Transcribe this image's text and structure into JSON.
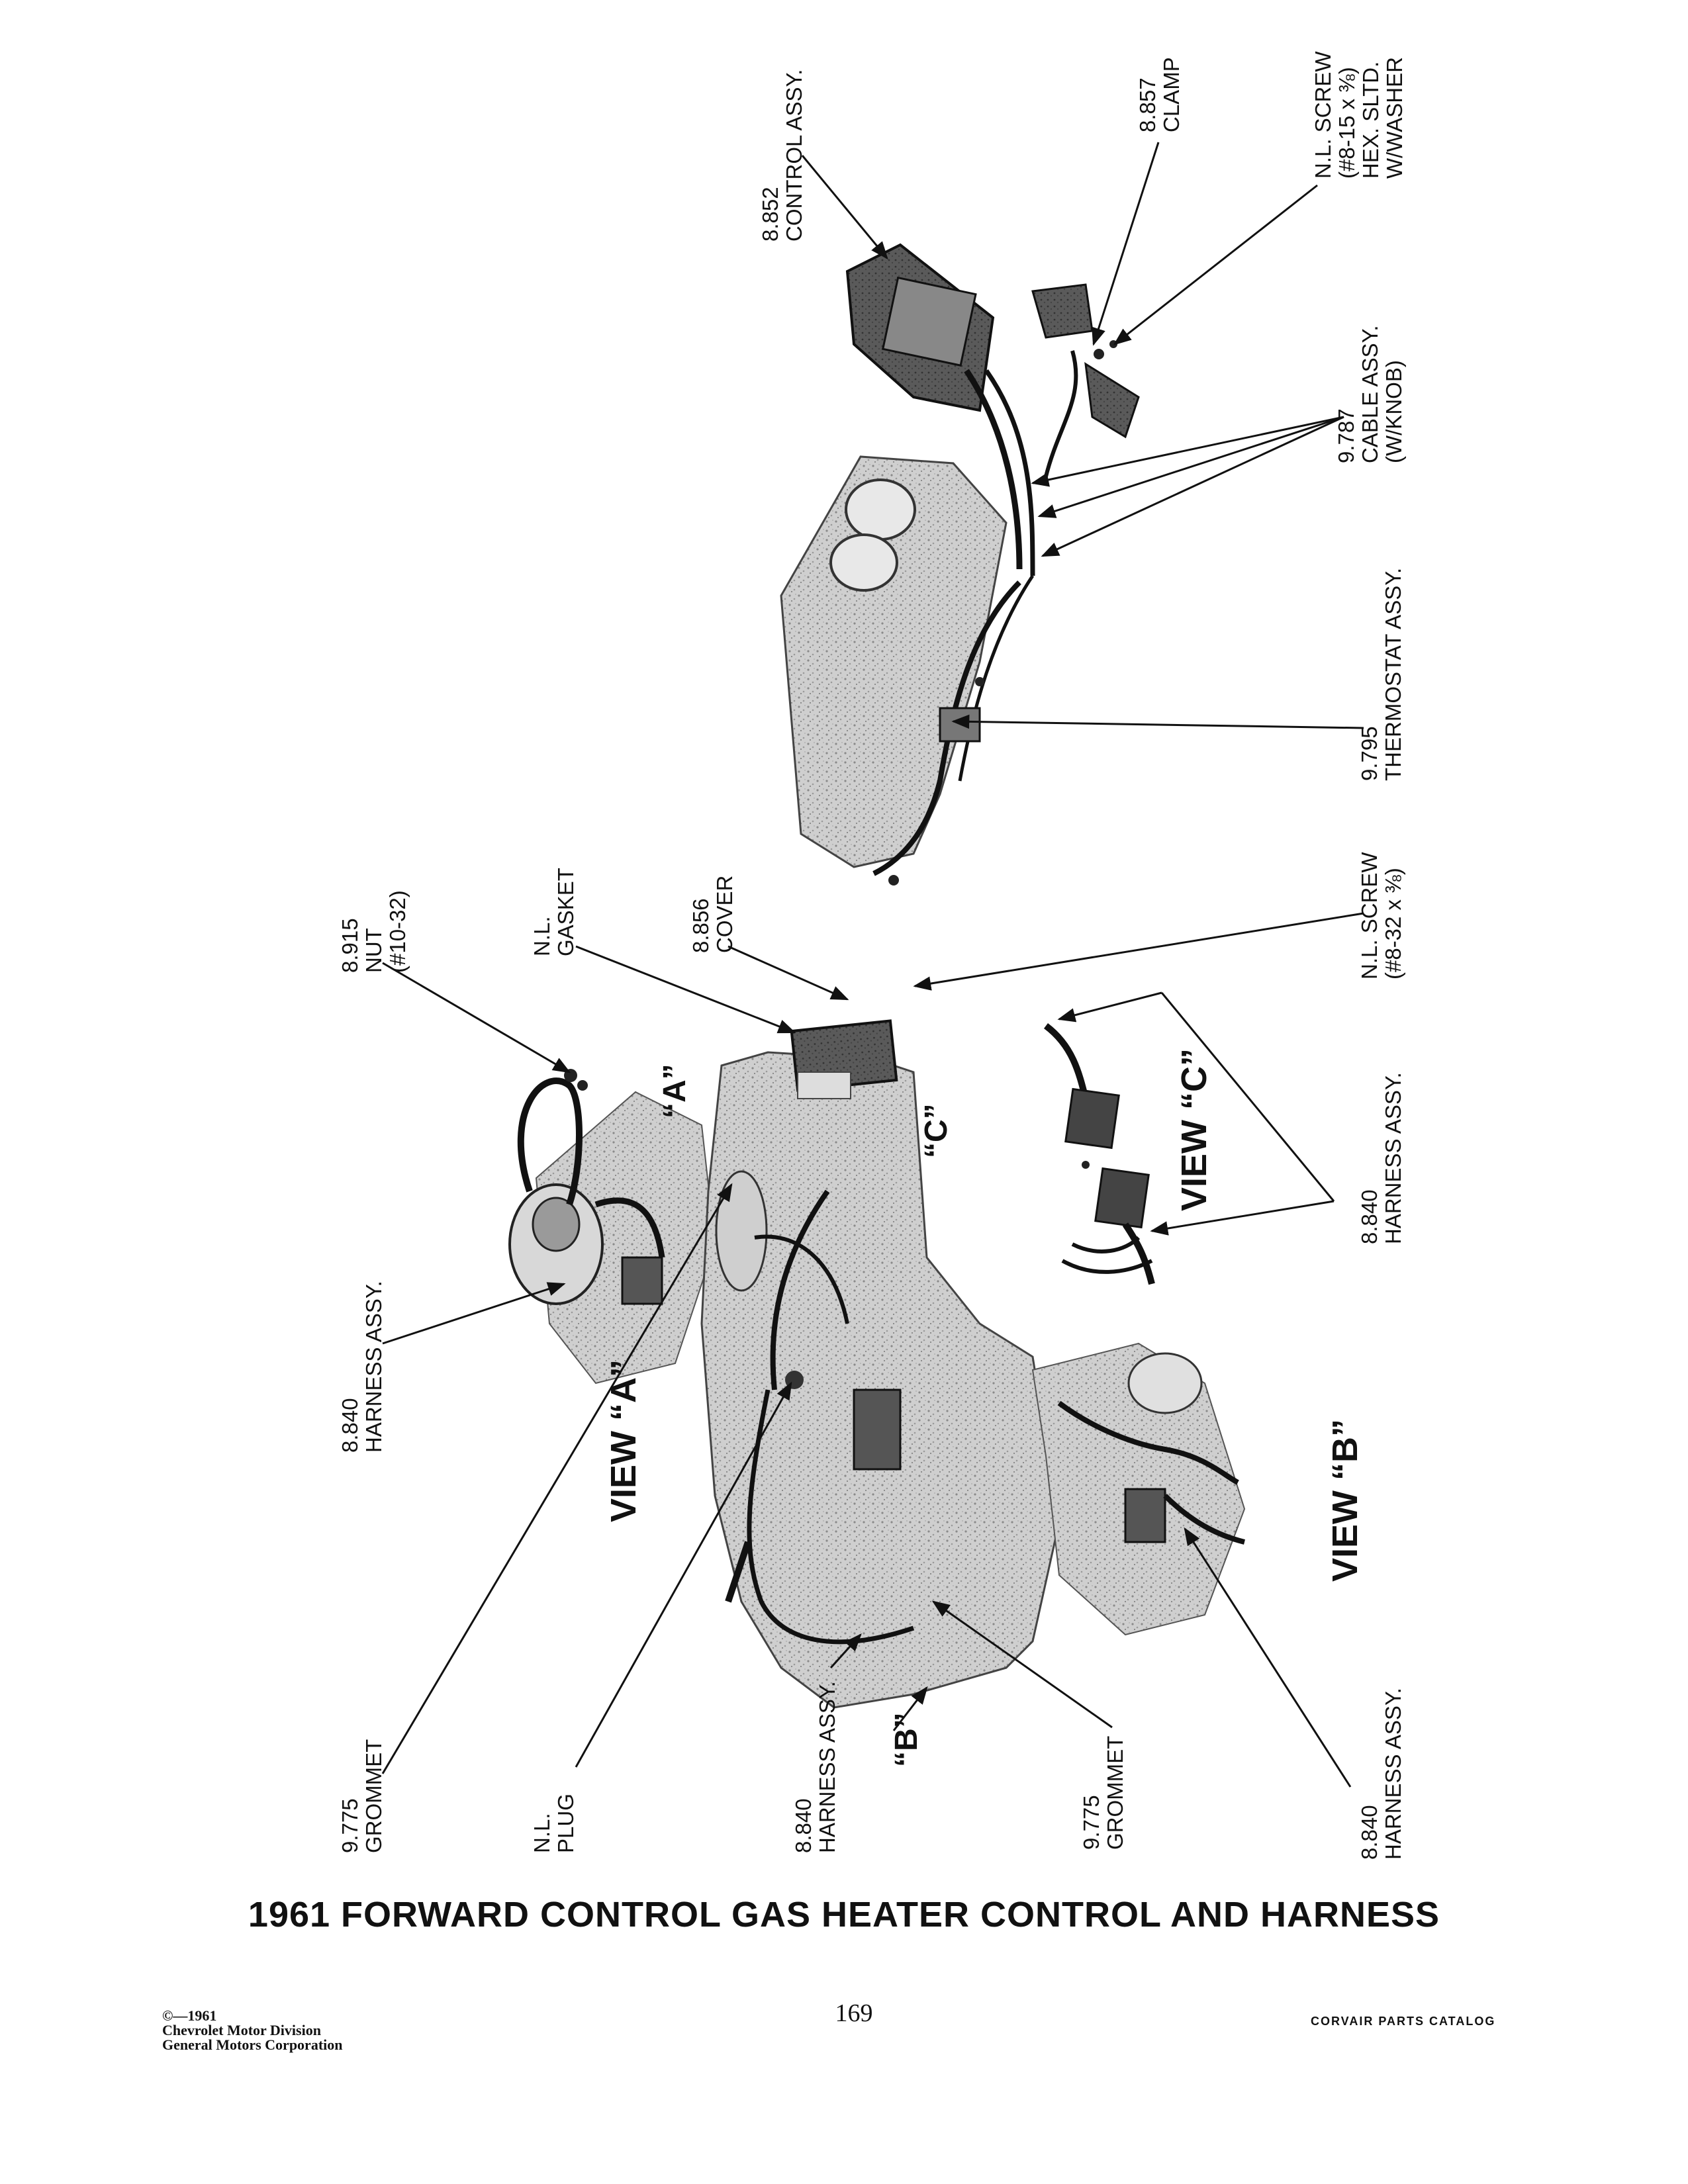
{
  "title": "1961 FORWARD CONTROL GAS HEATER CONTROL AND HARNESS",
  "page_number": "169",
  "copyright": {
    "line1": "©—1961",
    "line2": "Chevrolet Motor Division",
    "line3": "General Motors Corporation"
  },
  "catalog_name": "CORVAIR PARTS CATALOG",
  "views": {
    "a": "VIEW “A”",
    "b": "VIEW “B”",
    "c": "VIEW “C”"
  },
  "callouts": {
    "a": "“A”",
    "b": "“B”",
    "c": "“C”"
  },
  "parts": {
    "control_assy": {
      "number": "8.852",
      "name": "CONTROL ASSY."
    },
    "clamp": {
      "number": "8.857",
      "name": "CLAMP"
    },
    "nl_screw_top": {
      "line1": "N.L. SCREW",
      "line2": "(#8-15 x ⅜)",
      "line3": "HEX. SLTD.",
      "line4": "W/WASHER"
    },
    "cable_assy": {
      "number": "9.787",
      "name": "CABLE ASSY.",
      "note": "(W/KNOB)"
    },
    "thermostat_assy": {
      "number": "9.795",
      "name": "THERMOSTAT ASSY."
    },
    "nut": {
      "number": "8.915",
      "name": "NUT",
      "note": "(#10-32)"
    },
    "gasket": {
      "number": "N.L.",
      "name": "GASKET"
    },
    "cover": {
      "number": "8.856",
      "name": "COVER"
    },
    "nl_screw_mid": {
      "line1": "N.L. SCREW",
      "line2": "(#8-32 x ⅜)"
    },
    "harness_view_c": {
      "number": "8.840",
      "name": "HARNESS ASSY."
    },
    "harness_view_a": {
      "number": "8.840",
      "name": "HARNESS ASSY."
    },
    "grommet_1": {
      "number": "9.775",
      "name": "GROMMET"
    },
    "plug": {
      "number": "N.L.",
      "name": "PLUG"
    },
    "harness_b": {
      "number": "8.840",
      "name": "HARNESS ASSY."
    },
    "grommet_2": {
      "number": "9.775",
      "name": "GROMMET"
    },
    "harness_view_b": {
      "number": "8.840",
      "name": "HARNESS ASSY."
    }
  }
}
